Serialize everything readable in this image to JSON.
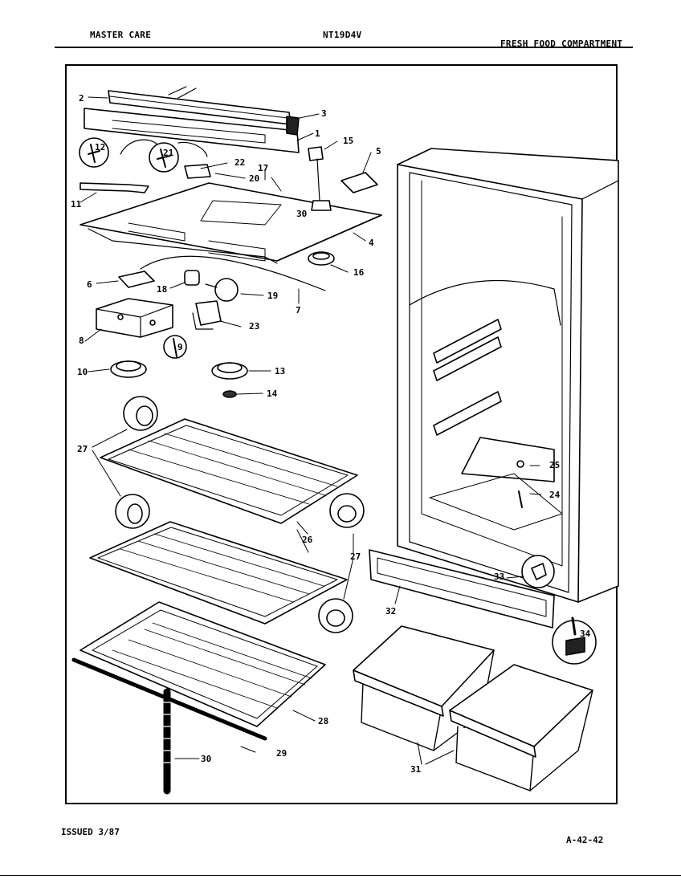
{
  "header": {
    "brand": "MASTER CARE",
    "model": "NT19D4V",
    "section": "FRESH FOOD COMPARTMENT"
  },
  "footer": {
    "issued": "ISSUED 3/87",
    "page_code": "A-42-42"
  },
  "callouts": [
    "1",
    "2",
    "3",
    "4",
    "5",
    "6",
    "7",
    "8",
    "9",
    "10",
    "11",
    "12",
    "13",
    "14",
    "15",
    "16",
    "17",
    "18",
    "19",
    "20",
    "21",
    "22",
    "23",
    "24",
    "25",
    "26",
    "27",
    "28",
    "29",
    "30",
    "31",
    "32",
    "33",
    "34"
  ]
}
